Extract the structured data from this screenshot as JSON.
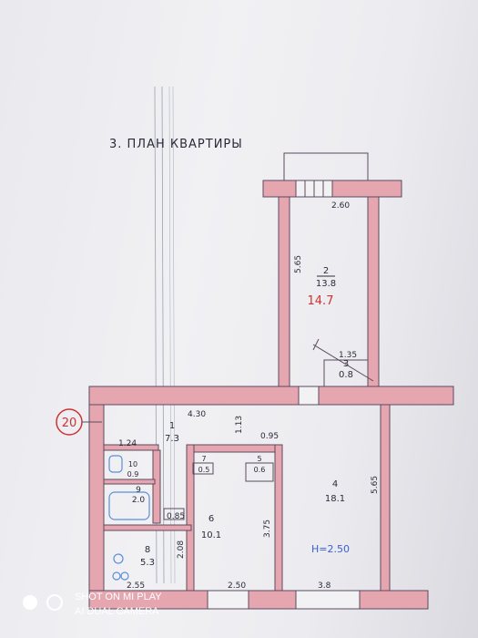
{
  "document": {
    "title": "3. ПЛАН КВАРТИРЫ",
    "entrance_number": "20",
    "ceiling_height": "H=2.50",
    "handwritten_area_note": "14.7"
  },
  "rooms": [
    {
      "number": "2",
      "area": "13.8"
    },
    {
      "number": "3",
      "area": "0.8"
    },
    {
      "number": "1",
      "area": "7.3"
    },
    {
      "number": "7",
      "area": "0.5"
    },
    {
      "number": "5",
      "area": "0.6"
    },
    {
      "number": "4",
      "area": "18.1"
    },
    {
      "number": "6",
      "area": "10.1"
    },
    {
      "number": "8",
      "area": "5.3"
    },
    {
      "number": "9",
      "area": "2.0"
    },
    {
      "number": "10",
      "area": "0.9"
    }
  ],
  "dimensions": {
    "d_2_60": "2.60",
    "d_5_65_balcony": "5.65",
    "d_1_35": "1.35",
    "d_4_30": "4.30",
    "d_1_13": "1.13",
    "d_0_95": "0.95",
    "d_1_24": "1.24",
    "d_5_65_right": "5.65",
    "d_3_75": "3.75",
    "d_0_85": "0.85",
    "d_2_08": "2.08",
    "d_2_55": "2.55",
    "d_2_50": "2.50",
    "d_3_8": "3.8"
  },
  "watermark": {
    "line1": "SHOT ON MI PLAY",
    "line2": "AI DUAL CAMERA"
  },
  "colors": {
    "wall": "#e6a6b0",
    "wall_line": "#5a4a5e",
    "ink": "#2a2a3a",
    "pencil_red": "#c33",
    "pencil_blue": "#3a5fd0",
    "fixtures": "#5a8fd8"
  }
}
